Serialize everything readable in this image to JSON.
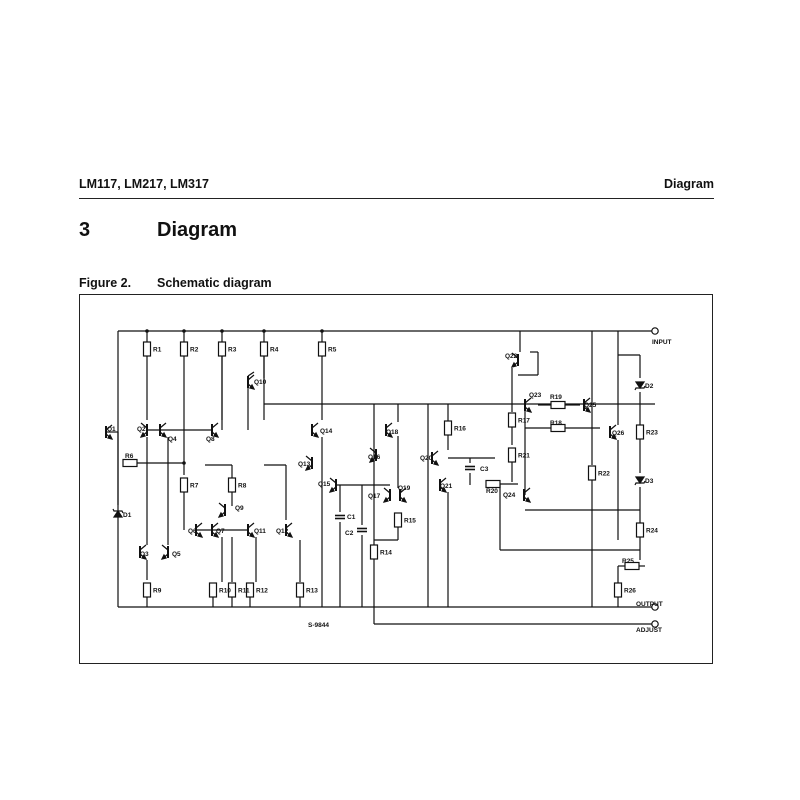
{
  "header": {
    "left": "LM117, LM217, LM317",
    "right": "Diagram"
  },
  "section": {
    "number": "3",
    "title": "Diagram"
  },
  "figure": {
    "label": "Figure 2.",
    "title": "Schematic diagram"
  },
  "schematic": {
    "pins": [
      "INPUT",
      "OUTPUT",
      "ADJUST"
    ],
    "code": "S-9844",
    "resistors": [
      "R1",
      "R2",
      "R3",
      "R4",
      "R5",
      "R6",
      "R7",
      "R8",
      "R9",
      "R10",
      "R11",
      "R12",
      "R13",
      "R14",
      "R15",
      "R16",
      "R17",
      "R18",
      "R19",
      "R20",
      "R21",
      "R22",
      "R24",
      "R25",
      "R26"
    ],
    "transistors": [
      "Q1",
      "Q2",
      "Q3",
      "Q4",
      "Q5",
      "Q6",
      "Q7",
      "Q8",
      "Q9",
      "Q10",
      "Q11",
      "Q12",
      "Q13",
      "Q14",
      "Q15",
      "Q16",
      "Q17",
      "Q18",
      "Q19",
      "Q20",
      "Q21",
      "Q22",
      "Q24",
      "Q25",
      "Q26"
    ],
    "capacitors": [
      "C1",
      "C2",
      "C3"
    ],
    "diodes": [
      "D1",
      "D2",
      "D3"
    ]
  }
}
